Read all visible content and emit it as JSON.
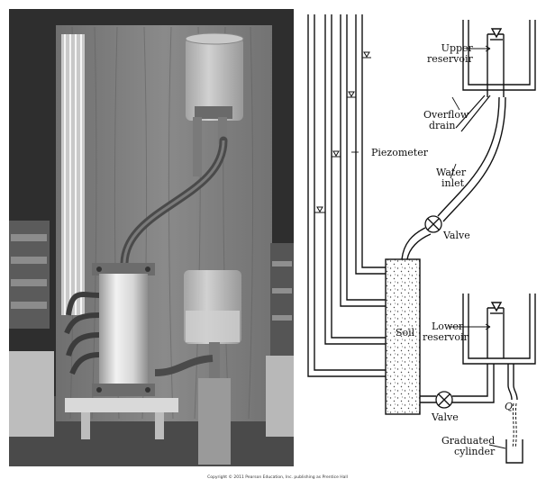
{
  "labels": {
    "upper_reservoir": [
      "Upper",
      "reservoir"
    ],
    "overflow_drain": [
      "Overflow",
      "drain"
    ],
    "piezometer": "Piezometer",
    "water_inlet": [
      "Water",
      "inlet"
    ],
    "valve_top": "Valve",
    "soil": "Soil",
    "lower_reservoir": [
      "Lower",
      "reservoir"
    ],
    "valve_bottom": "Valve",
    "flow": "Q",
    "graduated_cylinder": [
      "Graduated",
      "cylinder"
    ]
  },
  "copyright": "Copyright © 2011 Pearson Education, Inc. publishing as Prentice Hall"
}
